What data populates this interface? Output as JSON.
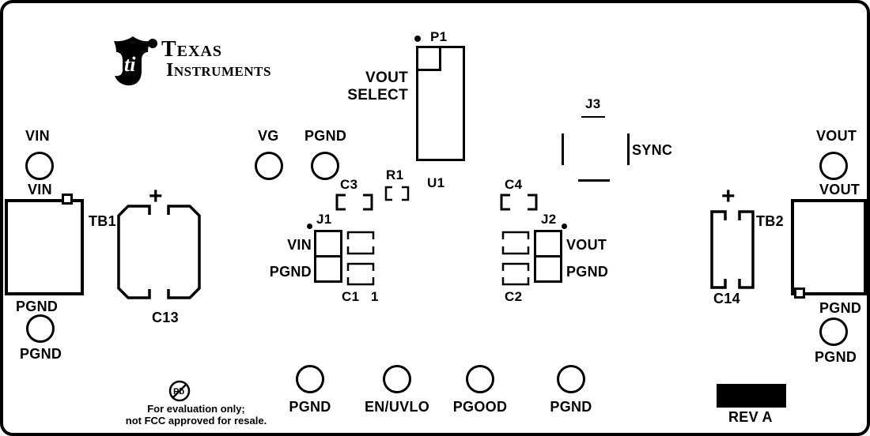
{
  "colors": {
    "silkscreen": "#000000",
    "board": "#ffffff"
  },
  "logo": {
    "line1": "Texas",
    "line2": "Instruments"
  },
  "refs": {
    "p1": "P1",
    "u1": "U1",
    "r1": "R1",
    "j1": "J1",
    "j2": "J2",
    "j3": "J3",
    "c1": "C1",
    "c1_pin": "1",
    "c2": "C2",
    "c3": "C3",
    "c4": "C4",
    "c13": "C13",
    "c14": "C14",
    "tb1": "TB1",
    "tb2": "TB2"
  },
  "signals": {
    "vin": "VIN",
    "vout": "VOUT",
    "pgnd": "PGND",
    "vg": "VG",
    "sync": "SYNC",
    "vout_select_line1": "VOUT",
    "vout_select_line2": "SELECT",
    "plus": "+"
  },
  "bottom_testpoints": [
    "PGND",
    "EN/UVLO",
    "PGOOD",
    "PGND"
  ],
  "notes": {
    "pb": "Pb",
    "eval_line1": "For evaluation only;",
    "eval_line2": "not FCC approved for resale.",
    "rev": "REV A"
  }
}
